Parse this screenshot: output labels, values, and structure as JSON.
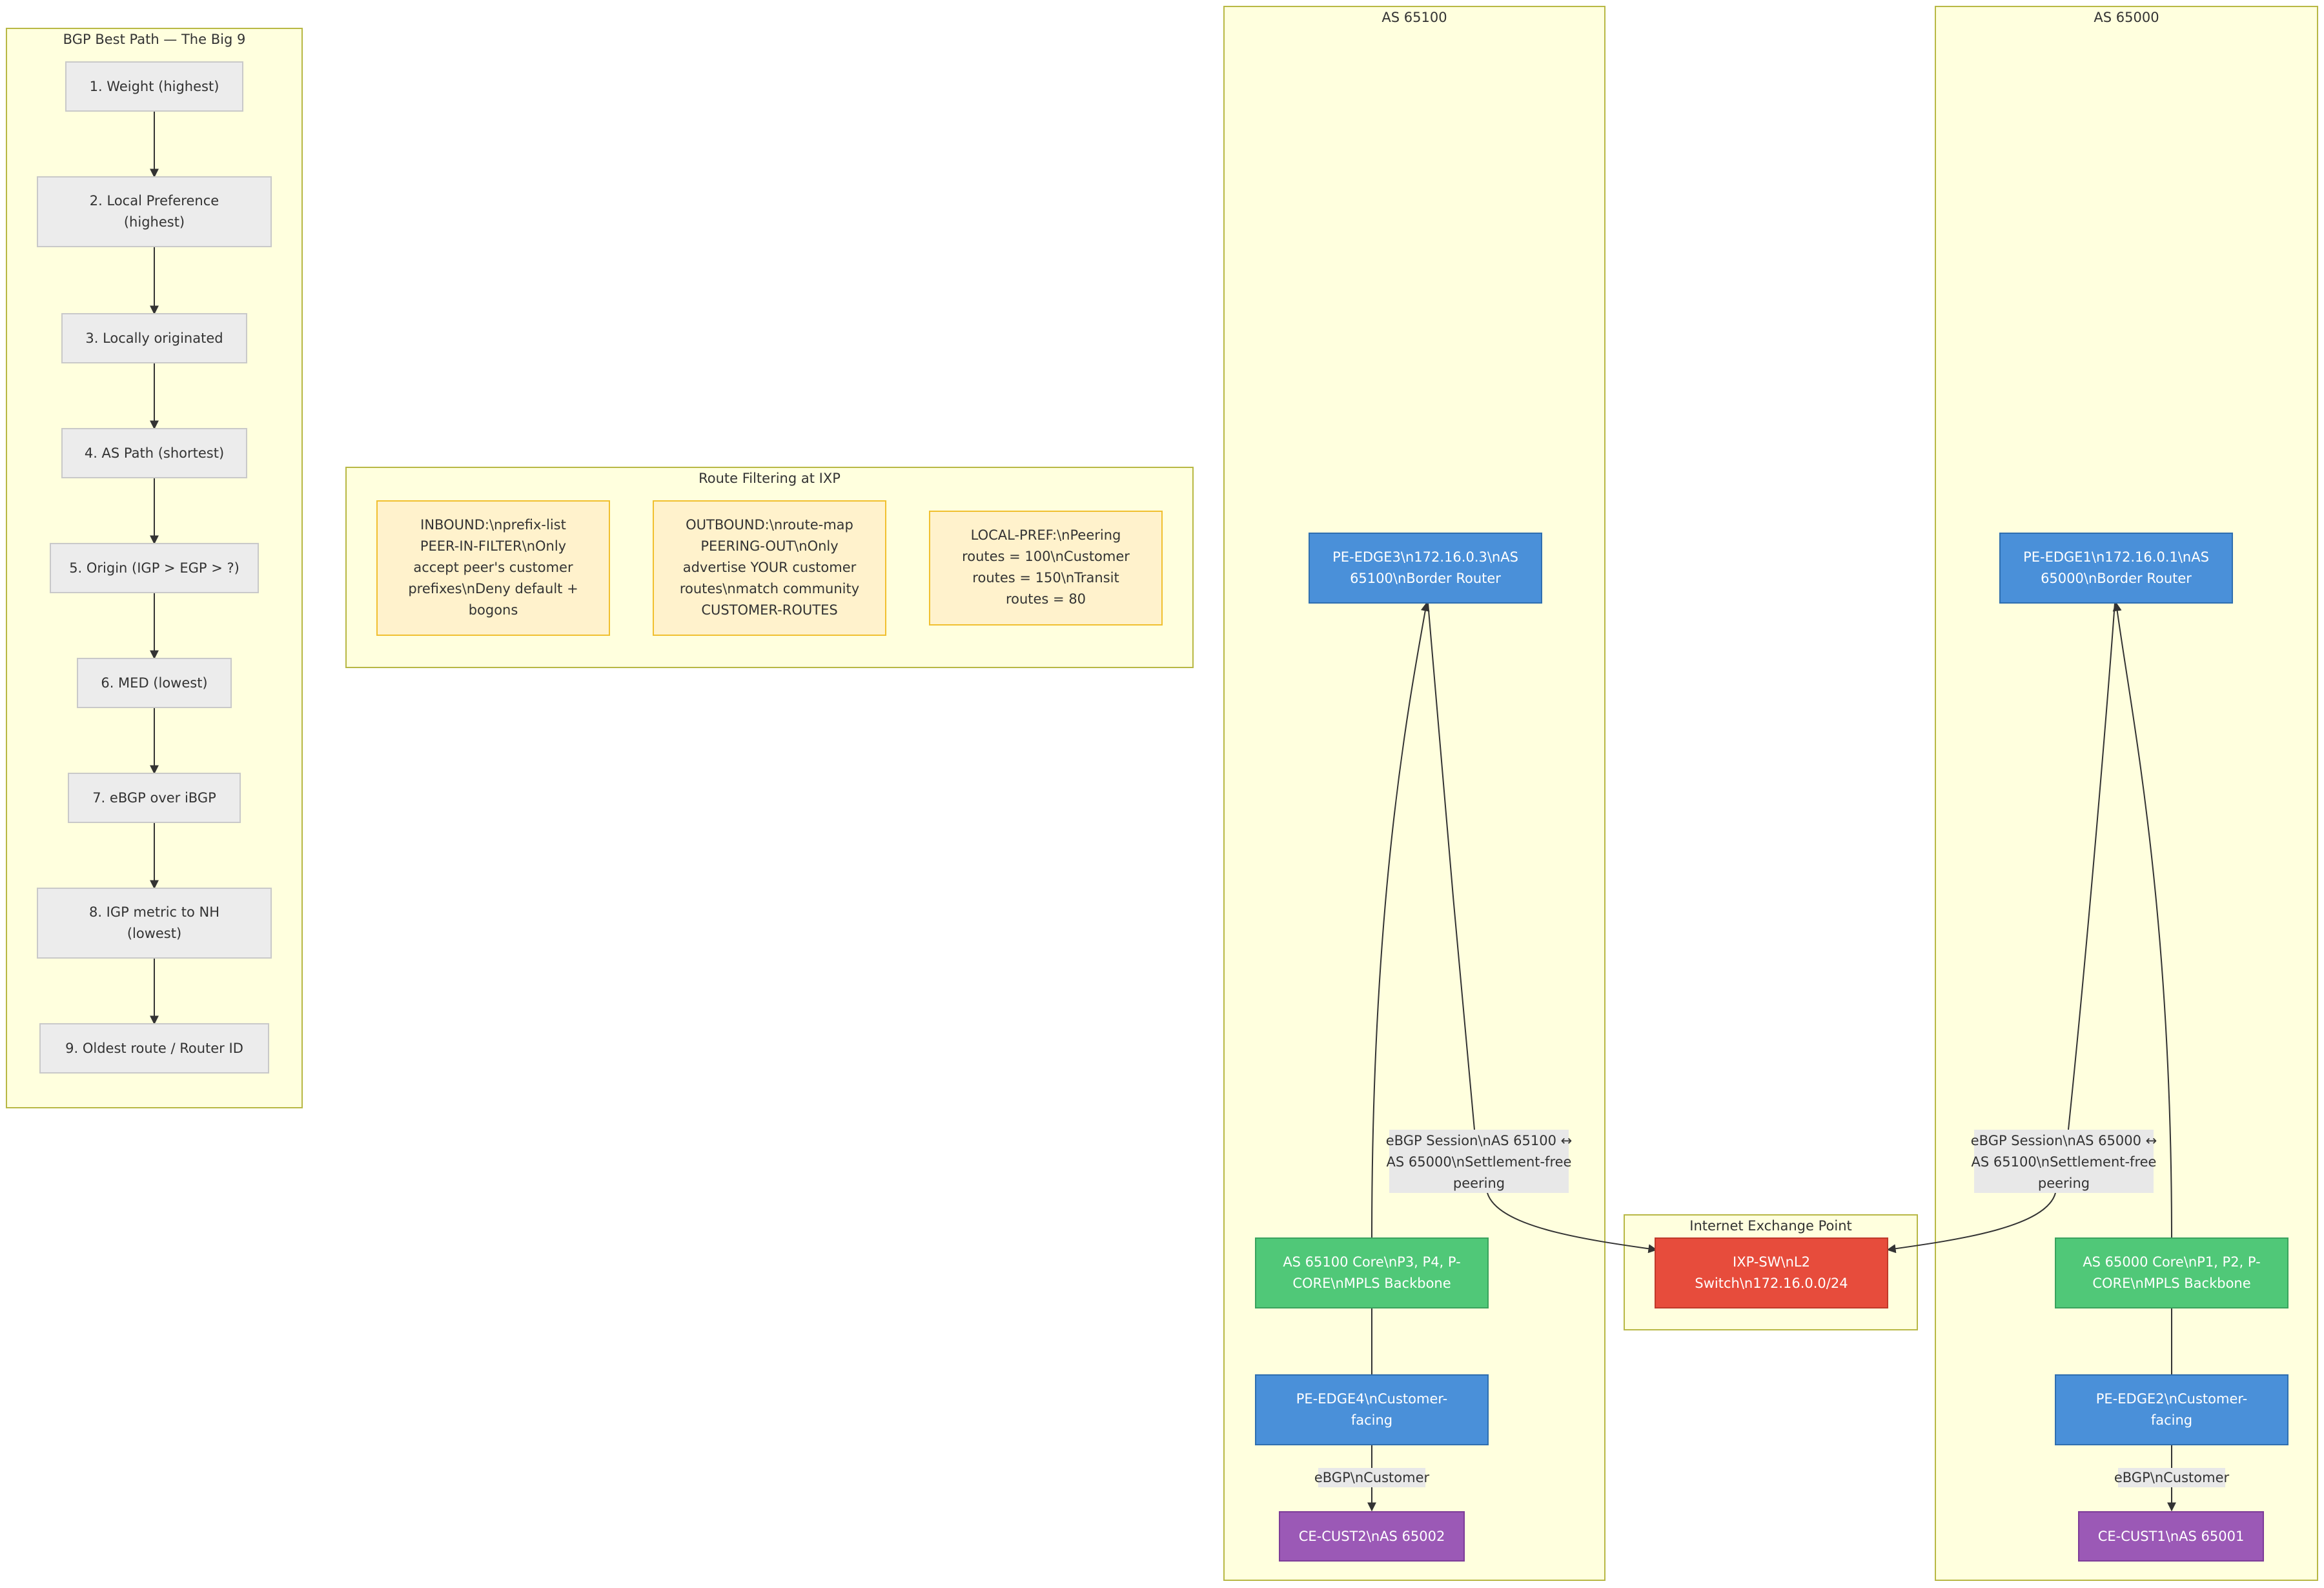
{
  "colors": {
    "cluster_fill": "#ffffde",
    "cluster_stroke": "#b8b845",
    "step_fill": "#ececec",
    "step_stroke": "#c9c9c9",
    "filter_fill": "#fff2cc",
    "filter_stroke": "#f0c030",
    "router_blue": "#4a90d9",
    "core_green": "#50c878",
    "ixp_red": "#e74c3c",
    "customer_purple": "#9b59b6",
    "edge_label_bg": "#e8e8e8",
    "line": "#333333"
  },
  "clusters": {
    "bgp_best_path": "BGP Best Path — The Big 9",
    "route_filtering": "Route Filtering at IXP",
    "as65100": "AS 65100",
    "as65000": "AS 65000",
    "ixp": "Internet Exchange Point"
  },
  "steps": [
    [
      "1. Weight (highest)"
    ],
    [
      "2. Local Preference",
      "(highest)"
    ],
    [
      "3. Locally originated"
    ],
    [
      "4. AS Path (shortest)"
    ],
    [
      "5. Origin (IGP > EGP > ?)"
    ],
    [
      "6. MED (lowest)"
    ],
    [
      "7. eBGP over iBGP"
    ],
    [
      "8. IGP metric to NH",
      "(lowest)"
    ],
    [
      "9. Oldest route / Router ID"
    ]
  ],
  "filters": {
    "inbound": [
      "INBOUND:\\nprefix-list",
      "PEER-IN-FILTER\\nOnly",
      "accept peer's customer",
      "prefixes\\nDeny default +",
      "bogons"
    ],
    "outbound": [
      "OUTBOUND:\\nroute-map",
      "PEERING-OUT\\nOnly",
      "advertise YOUR customer",
      "routes\\nmatch community",
      "CUSTOMER-ROUTES"
    ],
    "localpref": [
      "LOCAL-PREF:\\nPeering",
      "routes = 100\\nCustomer",
      "routes = 150\\nTransit",
      "routes = 80"
    ]
  },
  "nodes": {
    "pe_edge3": [
      "PE-EDGE3\\n172.16.0.3\\nAS",
      "65100\\nBorder Router"
    ],
    "pe_edge1": [
      "PE-EDGE1\\n172.16.0.1\\nAS",
      "65000\\nBorder Router"
    ],
    "core65100": [
      "AS 65100 Core\\nP3, P4, P-",
      "CORE\\nMPLS Backbone"
    ],
    "core65000": [
      "AS 65000 Core\\nP1, P2, P-",
      "CORE\\nMPLS Backbone"
    ],
    "pe_edge4": [
      "PE-EDGE4\\nCustomer-",
      "facing"
    ],
    "pe_edge2": [
      "PE-EDGE2\\nCustomer-",
      "facing"
    ],
    "ixp_sw": [
      "IXP-SW\\nL2",
      "Switch\\n172.16.0.0/24"
    ],
    "ce_cust2": [
      "CE-CUST2\\nAS 65002"
    ],
    "ce_cust1": [
      "CE-CUST1\\nAS 65001"
    ]
  },
  "edge_labels": {
    "session_left": [
      "eBGP Session\\nAS 65100 ↔",
      "AS 65000\\nSettlement-free",
      "peering"
    ],
    "session_right": [
      "eBGP Session\\nAS 65000 ↔",
      "AS 65100\\nSettlement-free",
      "peering"
    ],
    "cust_left": [
      "eBGP\\nCustomer"
    ],
    "cust_right": [
      "eBGP\\nCustomer"
    ]
  }
}
